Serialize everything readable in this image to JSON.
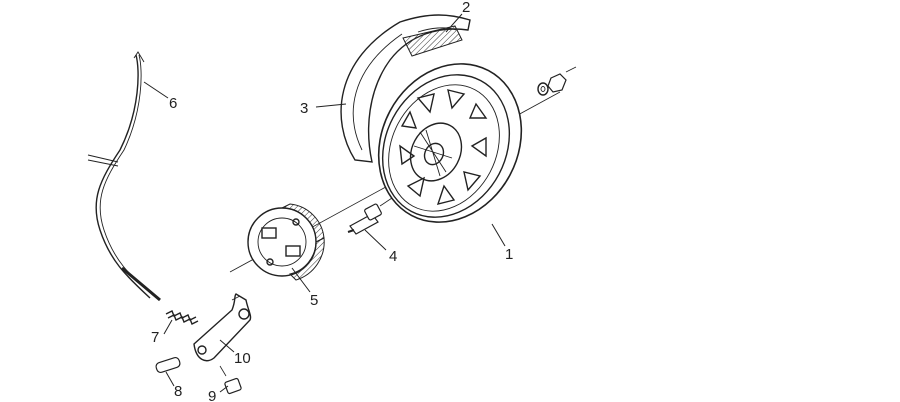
{
  "diagram": {
    "callouts": [
      {
        "id": "wheel",
        "label": "1"
      },
      {
        "id": "fender-clip",
        "label": "2"
      },
      {
        "id": "fender",
        "label": "3"
      },
      {
        "id": "valve",
        "label": "4"
      },
      {
        "id": "brake-shoes",
        "label": "5"
      },
      {
        "id": "brake-cable",
        "label": "6"
      },
      {
        "id": "spring",
        "label": "7"
      },
      {
        "id": "pin",
        "label": "8"
      },
      {
        "id": "bolt",
        "label": "9"
      },
      {
        "id": "brake-lever",
        "label": "10"
      }
    ]
  }
}
